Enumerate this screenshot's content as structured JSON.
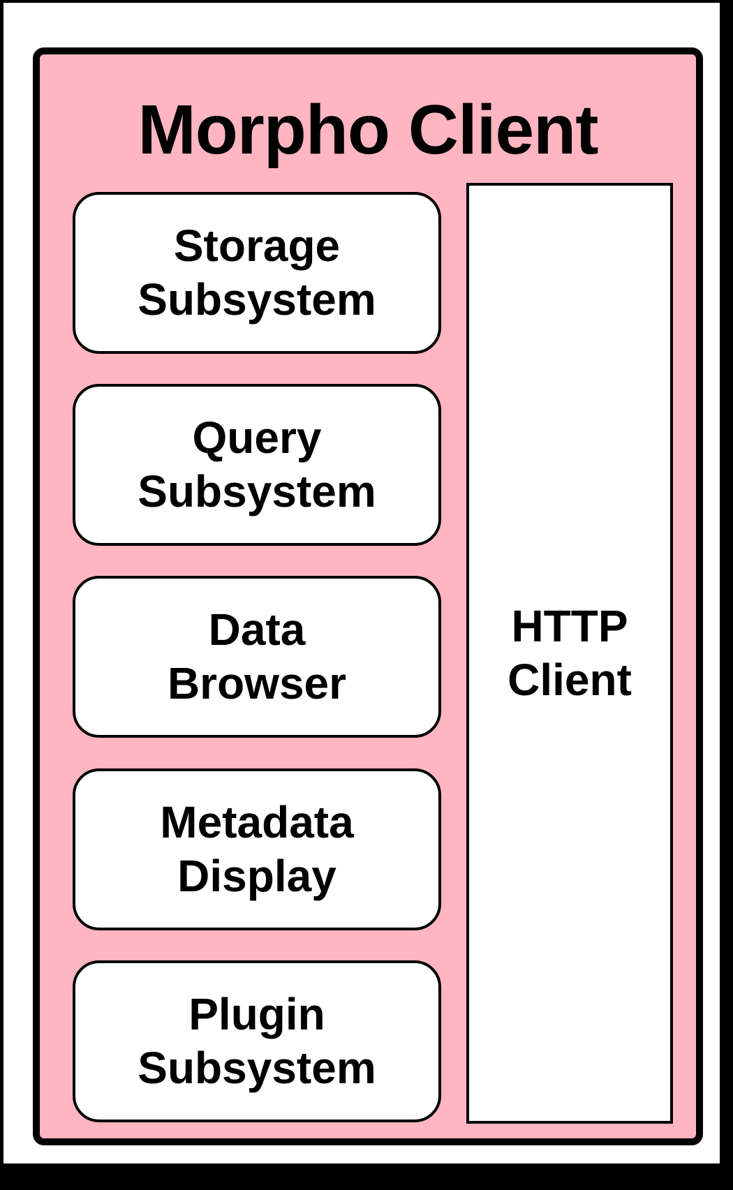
{
  "diagram": {
    "title": "Morpho Client",
    "container": {
      "fill_color": "#ffb6c1",
      "border_color": "#000000",
      "box_fill_color": "#ffffff",
      "text_color": "#000000"
    },
    "subsystems": [
      {
        "id": "storage-subsystem",
        "label": "Storage\nSubsystem"
      },
      {
        "id": "query-subsystem",
        "label": "Query\nSubsystem"
      },
      {
        "id": "data-browser",
        "label": "Data\nBrowser"
      },
      {
        "id": "metadata-display",
        "label": "Metadata\nDisplay"
      },
      {
        "id": "plugin-subsystem",
        "label": "Plugin\nSubsystem"
      }
    ],
    "http_client": {
      "id": "http-client",
      "label": "HTTP\nClient"
    }
  }
}
